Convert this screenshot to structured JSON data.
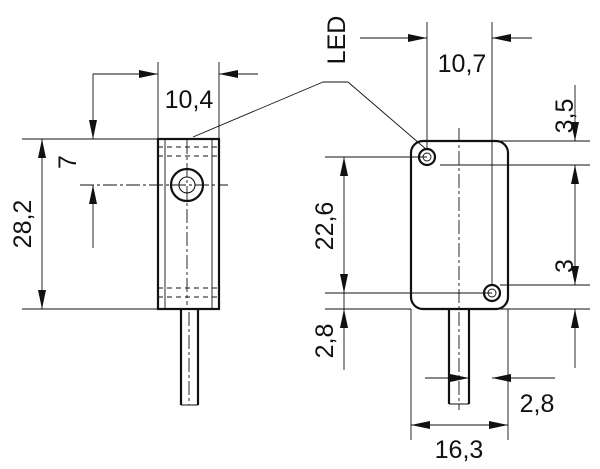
{
  "dimensions": {
    "left_width": "10,4",
    "left_height": "28,2",
    "left_hole_offset": "7",
    "led_label": "LED",
    "right_width_top": "10,7",
    "right_top_offset": "3,5",
    "right_height": "22,6",
    "right_hole_gap": "3",
    "cable_length": "2,8",
    "cable_offset": "2,8",
    "overall_width": "16,3"
  },
  "colors": {
    "ink": "#111111",
    "background": "#ffffff"
  }
}
